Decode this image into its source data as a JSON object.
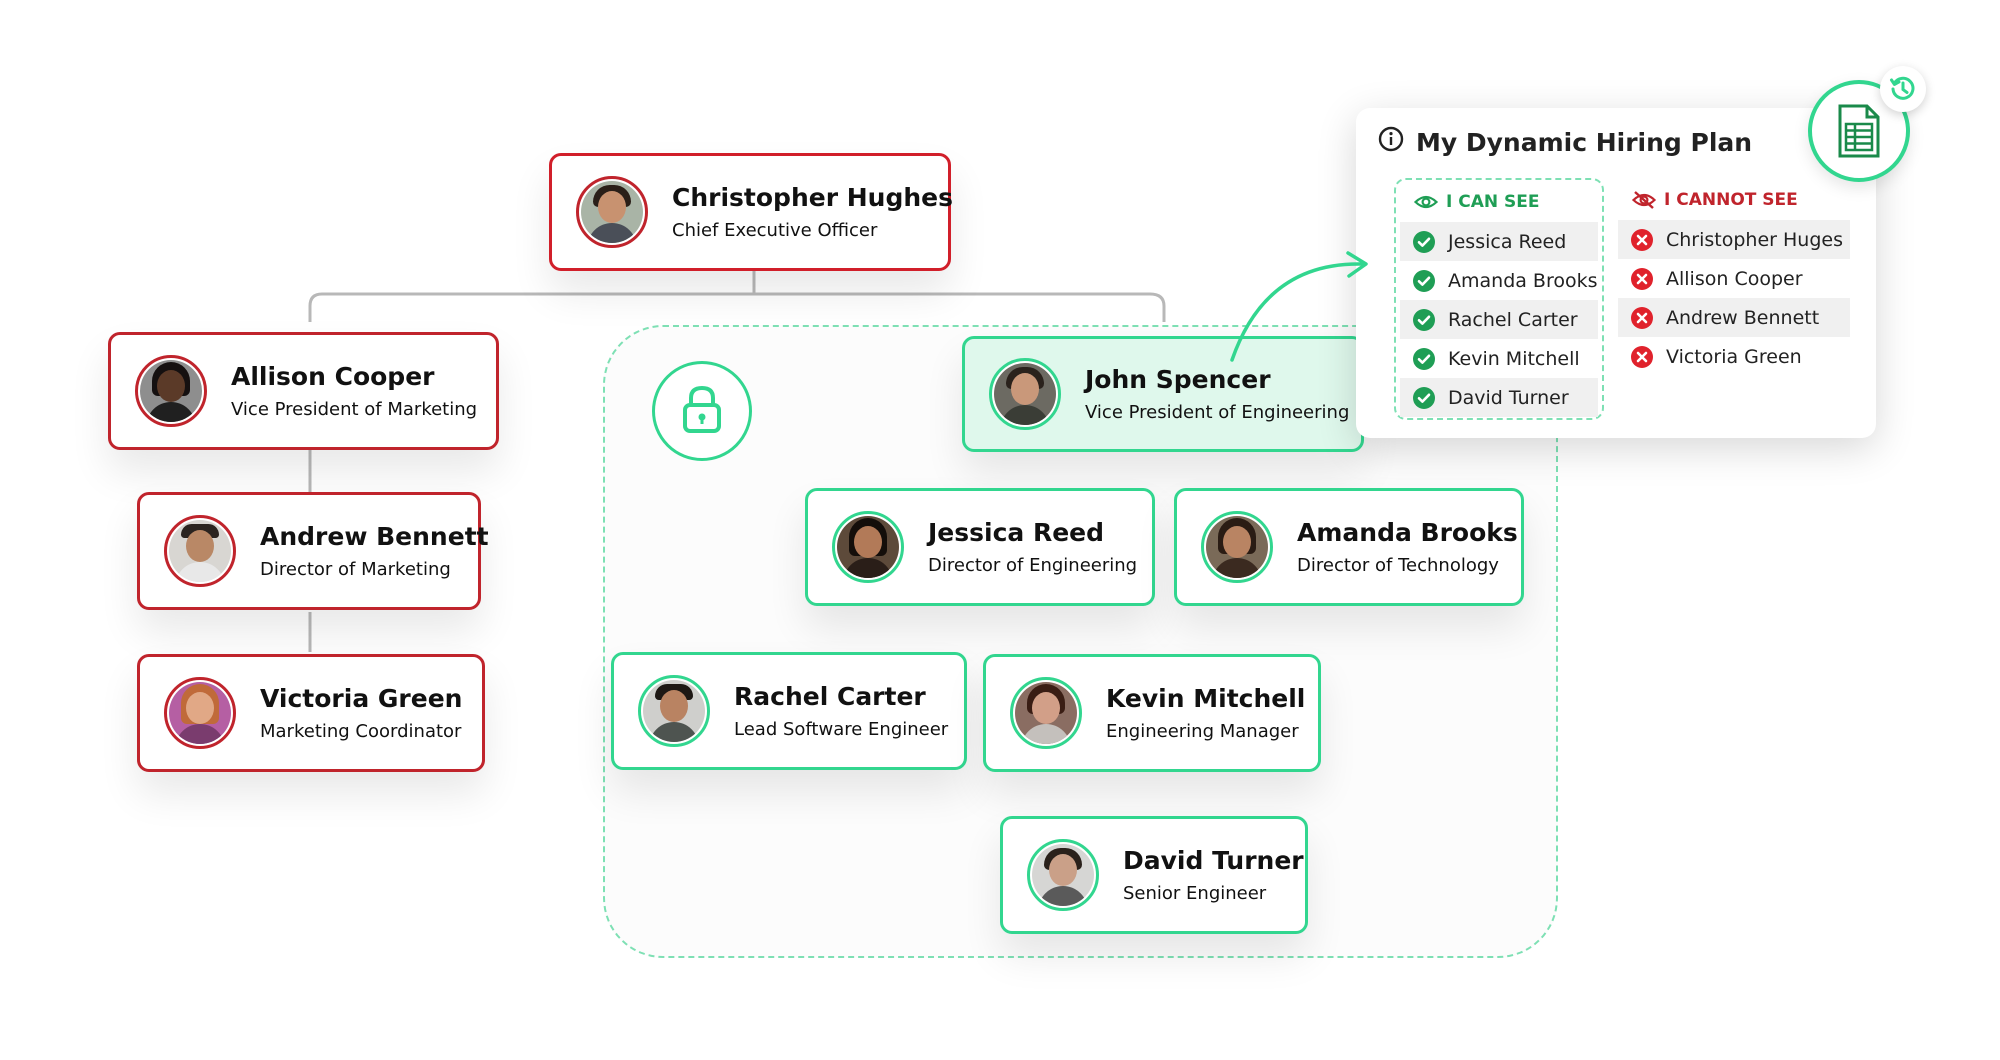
{
  "org": {
    "ceo": {
      "name": "Christopher Hughes",
      "role": "Chief Executive Officer"
    },
    "marketing": [
      {
        "name": "Allison Cooper",
        "role": "Vice President of Marketing"
      },
      {
        "name": "Andrew Bennett",
        "role": "Director of Marketing"
      },
      {
        "name": "Victoria Green",
        "role": "Marketing Coordinator"
      }
    ],
    "engineering": [
      {
        "name": "John Spencer",
        "role": "Vice President of Engineering"
      },
      {
        "name": "Jessica Reed",
        "role": "Director of Engineering"
      },
      {
        "name": "Amanda Brooks",
        "role": "Director of Technology"
      },
      {
        "name": "Rachel Carter",
        "role": "Lead Software Engineer"
      },
      {
        "name": "Kevin Mitchell",
        "role": "Engineering Manager"
      },
      {
        "name": "David Turner",
        "role": "Senior Engineer"
      }
    ]
  },
  "panel": {
    "title": "My Dynamic Hiring Plan",
    "can_see_label": "I CAN SEE",
    "cannot_see_label": "I CANNOT SEE",
    "can_see": [
      "Jessica Reed",
      "Amanda Brooks",
      "Rachel Carter",
      "Kevin Mitchell",
      "David Turner"
    ],
    "cannot_see": [
      "Christopher Huges",
      "Allison Cooper",
      "Andrew Bennett",
      "Victoria Green"
    ]
  },
  "icons": {
    "lock": "lock-icon",
    "info": "info-icon",
    "eye": "eye-icon",
    "eye_off": "eye-off-icon",
    "check": "check-circle-icon",
    "x": "x-circle-icon",
    "sheet": "spreadsheet-icon",
    "history": "history-icon"
  },
  "colors": {
    "restricted": "#c0242c",
    "visible": "#32d68f",
    "highlight": "#dff8ec",
    "check": "#1f9e55",
    "cross": "#e0222c"
  }
}
